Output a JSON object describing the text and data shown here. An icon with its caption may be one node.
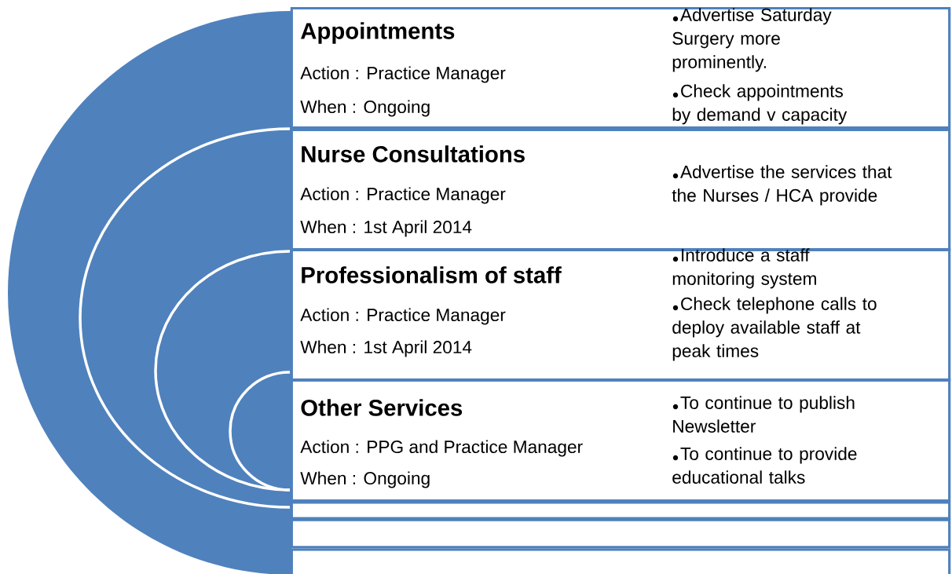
{
  "diagram": {
    "nodes": [
      {
        "text": [
          "Appointments",
          "Action : Practice Manager",
          "When : Ongoing",
          "Advertise Saturday Surgery more prominently.",
          "Check appointments by demand v capacity"
        ]
      },
      {
        "text": [
          "Nurse Consultations",
          "Action : Practice Manager",
          "When : 1st April 2014",
          "Advertise the services that the Nurses / HCA provide"
        ]
      },
      {
        "text": [
          "Professionalism of staff",
          "Action : Practice Manager",
          "When : 1st April 2014",
          "Introduce a staff monitoring system",
          "Check telephone calls to deploy available staff at peak times"
        ]
      },
      {
        "text": [
          "Other Services",
          "Action : PPG and Practice Manager",
          "When : Ongoing",
          "To continue to publish Newsletter",
          "To continue to provide educational talks"
        ]
      },
      {
        "text": [],
        "shape": "box"
      },
      {
        "text": [],
        "shape": "box"
      },
      {
        "text": [],
        "shape": "box"
      }
    ]
  }
}
